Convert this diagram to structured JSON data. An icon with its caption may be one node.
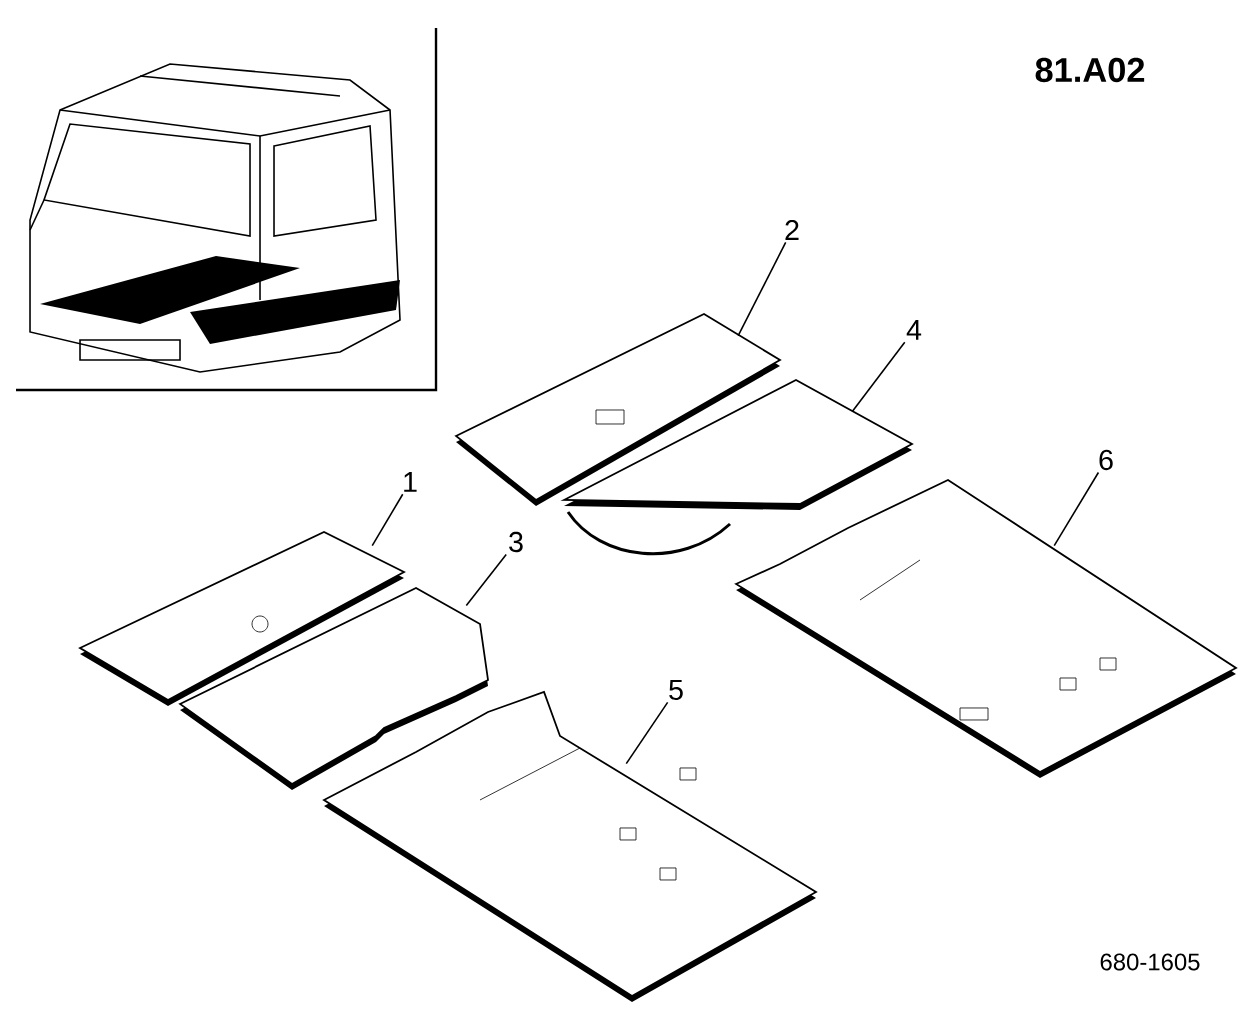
{
  "diagram": {
    "nodes": [
      {
        "text": [
          "1"
        ]
      },
      {
        "text": [
          "2"
        ]
      },
      {
        "text": [
          "3"
        ]
      },
      {
        "text": [
          "4"
        ]
      },
      {
        "text": [
          "5"
        ]
      },
      {
        "text": [
          "6"
        ]
      },
      {
        "text": [],
        "shape": "picture"
      },
      {
        "text": [],
        "shape": "picture"
      },
      {
        "text": [],
        "shape": "picture"
      },
      {
        "text": [],
        "shape": "picture"
      },
      {
        "text": [],
        "shape": "picture"
      },
      {
        "text": [],
        "shape": "picture"
      }
    ],
    "edges": [
      {
        "from": 0,
        "to": 6,
        "arrow": "none"
      },
      {
        "from": 1,
        "to": 7,
        "arrow": "none"
      },
      {
        "from": 2,
        "to": 8,
        "arrow": "none"
      },
      {
        "from": 3,
        "to": 9,
        "arrow": "none"
      },
      {
        "from": 4,
        "to": 10,
        "arrow": "none"
      },
      {
        "from": 5,
        "to": 11,
        "arrow": "none"
      }
    ],
    "labels": [
      "81.A02",
      "680-1605"
    ]
  }
}
